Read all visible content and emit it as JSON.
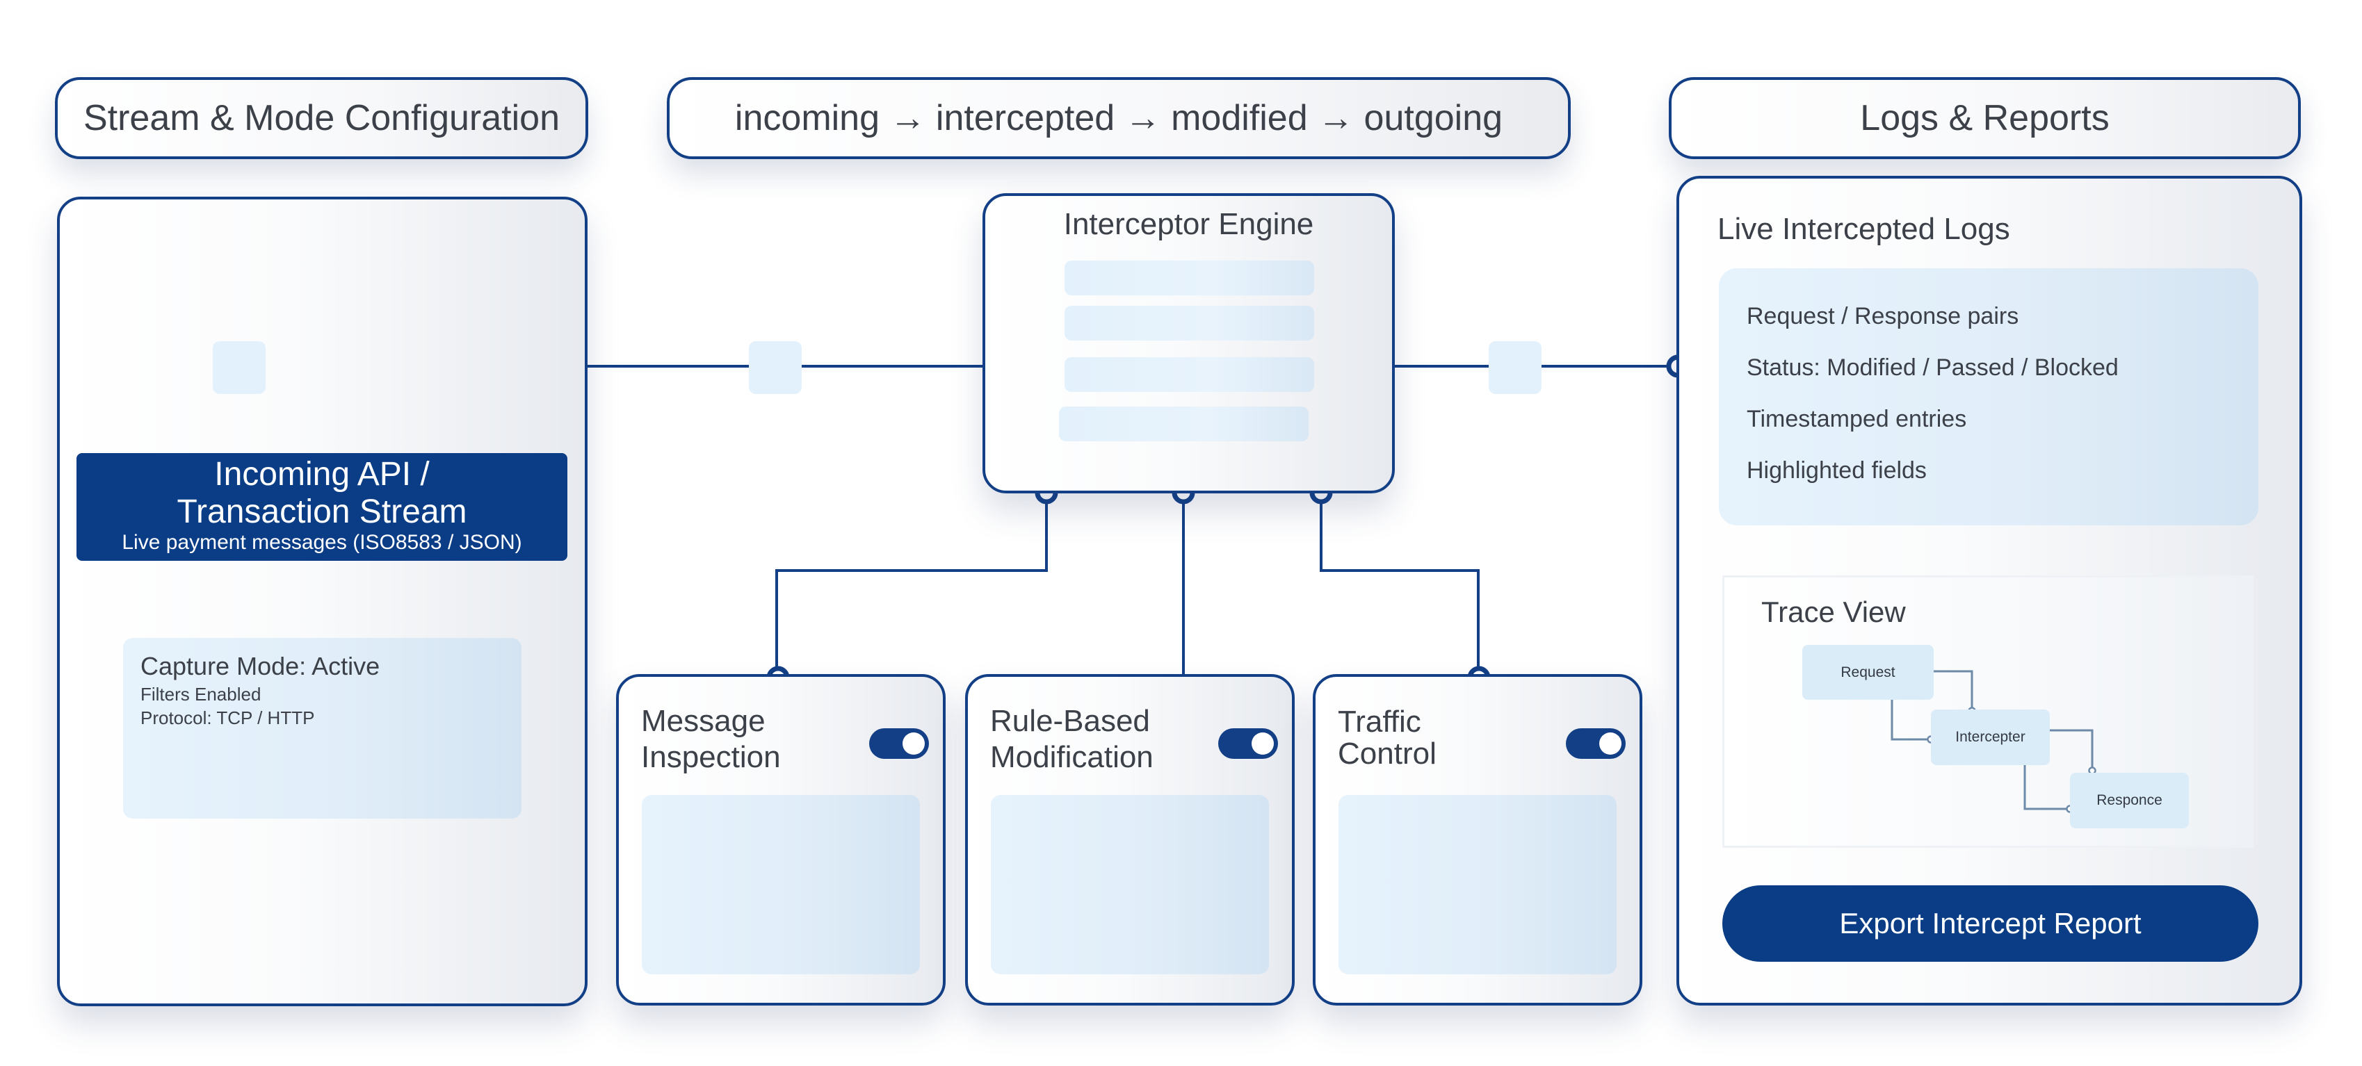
{
  "flow_label": "incoming → intercepted → modified → outgoing",
  "left": {
    "header": "Stream & Mode Configuration",
    "stream": {
      "title_line1": "Incoming API /",
      "title_line2": "Transaction Stream",
      "subtitle": "Live payment messages (ISO8583 / JSON)"
    },
    "capture": {
      "title": "Capture Mode: Active",
      "line1": "Filters Enabled",
      "line2": "Protocol: TCP / HTTP"
    }
  },
  "engine": {
    "title": "Interceptor Engine"
  },
  "modules": [
    {
      "line1": "Message",
      "line2": "Inspection",
      "toggle_on": true
    },
    {
      "line1": "Rule-Based",
      "line2": "Modification",
      "toggle_on": true
    },
    {
      "line1": "Traffic",
      "line2": "Control",
      "toggle_on": true
    }
  ],
  "right": {
    "header": "Logs & Reports",
    "logs": {
      "title": "Live Intercepted Logs",
      "items": [
        "Request / Response pairs",
        "Status: Modified / Passed / Blocked",
        "Timestamped entries",
        "Highlighted fields"
      ]
    },
    "trace": {
      "title": "Trace View",
      "nodes": [
        "Request",
        "Intercepter",
        "Responce"
      ]
    },
    "export_button": "Export Intercept Report"
  },
  "colors": {
    "primary": "#123f86",
    "soft_fill": "#e2f1fc",
    "text": "#3c4048"
  }
}
